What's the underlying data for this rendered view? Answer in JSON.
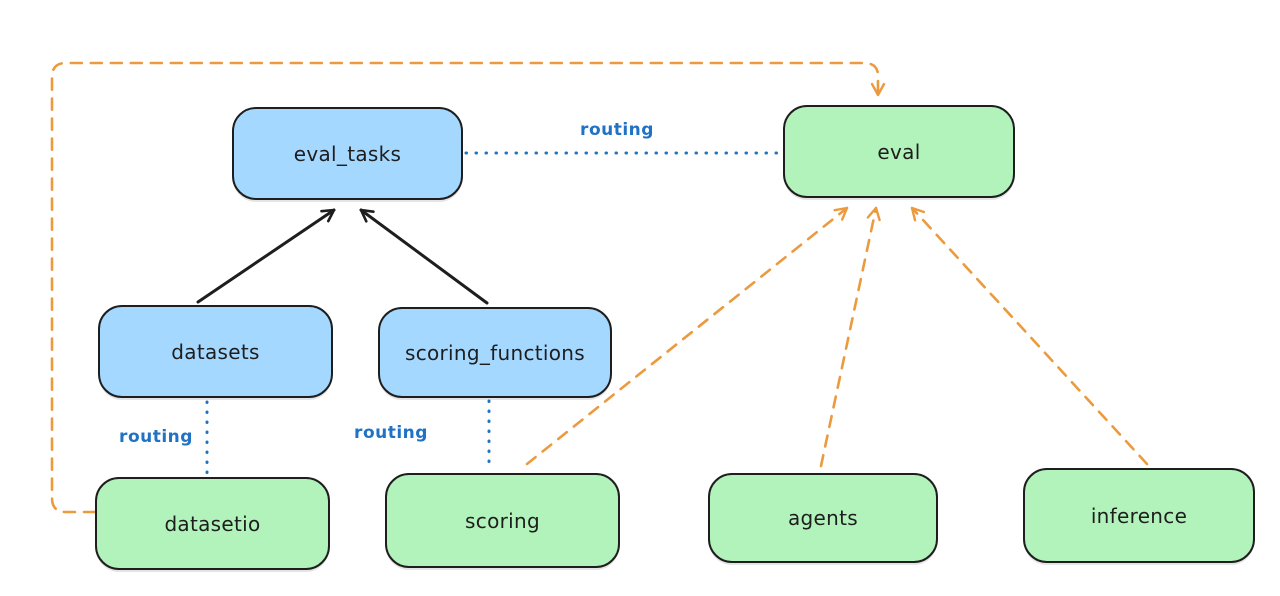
{
  "diagram": {
    "nodes": [
      {
        "id": "eval_tasks",
        "label": "eval_tasks",
        "kind": "resource"
      },
      {
        "id": "eval",
        "label": "eval",
        "kind": "api"
      },
      {
        "id": "datasets",
        "label": "datasets",
        "kind": "resource"
      },
      {
        "id": "scoring_functions",
        "label": "scoring_functions",
        "kind": "resource"
      },
      {
        "id": "datasetio",
        "label": "datasetio",
        "kind": "api"
      },
      {
        "id": "scoring",
        "label": "scoring",
        "kind": "api"
      },
      {
        "id": "agents",
        "label": "agents",
        "kind": "api"
      },
      {
        "id": "inference",
        "label": "inference",
        "kind": "api"
      }
    ],
    "edges": [
      {
        "from": "datasets",
        "to": "eval_tasks",
        "style": "solid-arrow",
        "color": "black"
      },
      {
        "from": "scoring_functions",
        "to": "eval_tasks",
        "style": "solid-arrow",
        "color": "black"
      },
      {
        "from": "eval_tasks",
        "to": "eval",
        "style": "dotted",
        "color": "blue",
        "label": "routing"
      },
      {
        "from": "datasets",
        "to": "datasetio",
        "style": "dotted",
        "color": "blue",
        "label": "routing"
      },
      {
        "from": "scoring_functions",
        "to": "scoring",
        "style": "dotted",
        "color": "blue",
        "label": "routing"
      },
      {
        "from": "datasetio",
        "to": "eval",
        "style": "dashed-arrow",
        "color": "orange"
      },
      {
        "from": "scoring",
        "to": "eval",
        "style": "dashed-arrow",
        "color": "orange"
      },
      {
        "from": "agents",
        "to": "eval",
        "style": "dashed-arrow",
        "color": "orange"
      },
      {
        "from": "inference",
        "to": "eval",
        "style": "dashed-arrow",
        "color": "orange"
      }
    ],
    "colors": {
      "resource_fill": "#a5d8ff",
      "api_fill": "#b2f2bb",
      "stroke": "#1e1e1e",
      "routing_blue": "#1f72c4",
      "orange": "#ec9a3e",
      "background": "#ffffff"
    }
  }
}
